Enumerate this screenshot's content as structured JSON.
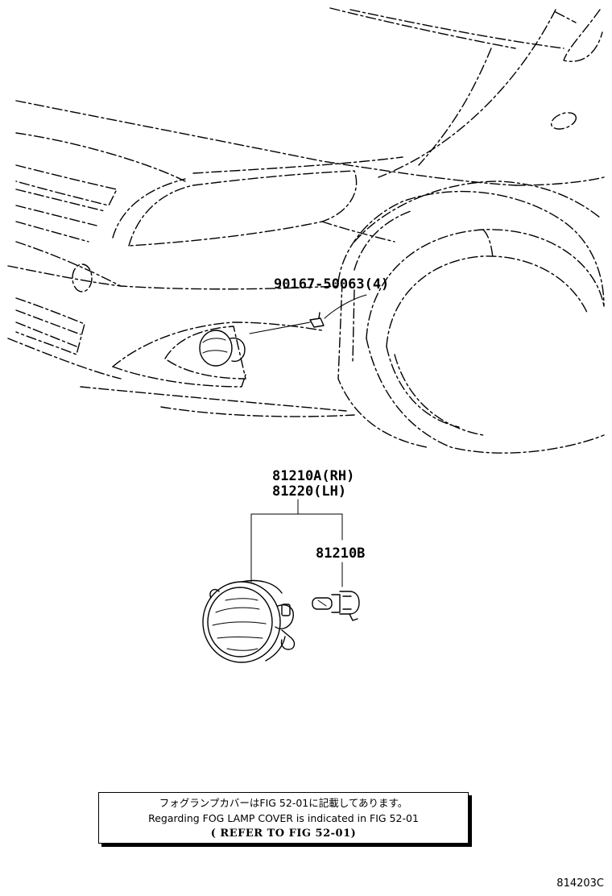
{
  "parts": {
    "screw": "90167-50063(4)",
    "fog_lamp_rh": "81210A(RH)",
    "fog_lamp_lh": "81220(LH)",
    "bulb": "81210B"
  },
  "note": {
    "jp": "フォグランプカバーはFIG 52-01に記載してあります。",
    "en": "Regarding FOG LAMP COVER is indicated in FIG 52-01",
    "ref": "( REFER TO FIG 52-01)"
  },
  "figure_id": "814203C"
}
